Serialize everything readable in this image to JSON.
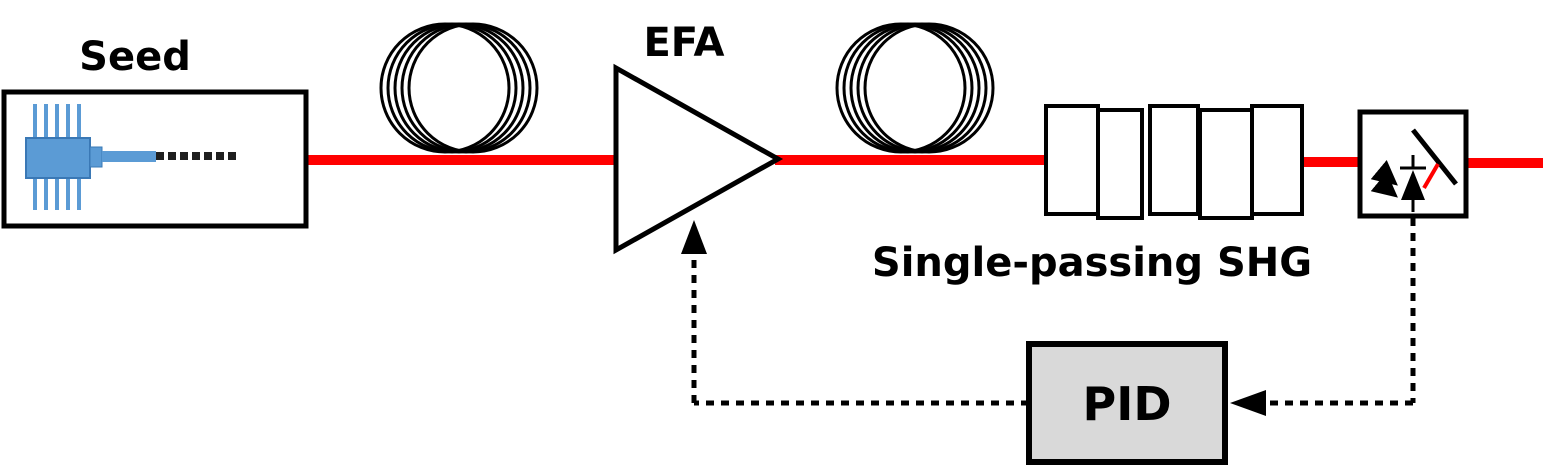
{
  "labels": {
    "seed": "Seed",
    "efa": "EFA",
    "shg": "Single-passing SHG",
    "pid": "PID"
  },
  "colors": {
    "beam": "#ff0000",
    "outline": "#000000",
    "pid_fill": "#d9d9d9",
    "laser_chip": "#5b9bd5"
  },
  "icons": {
    "fiber_spool_1": "fiber-coil-icon",
    "fiber_spool_2": "fiber-coil-icon",
    "seed_laser": "butterfly-laser-icon",
    "photodetector": "photodiode-icon",
    "beam_splitter": "mirror-icon"
  }
}
